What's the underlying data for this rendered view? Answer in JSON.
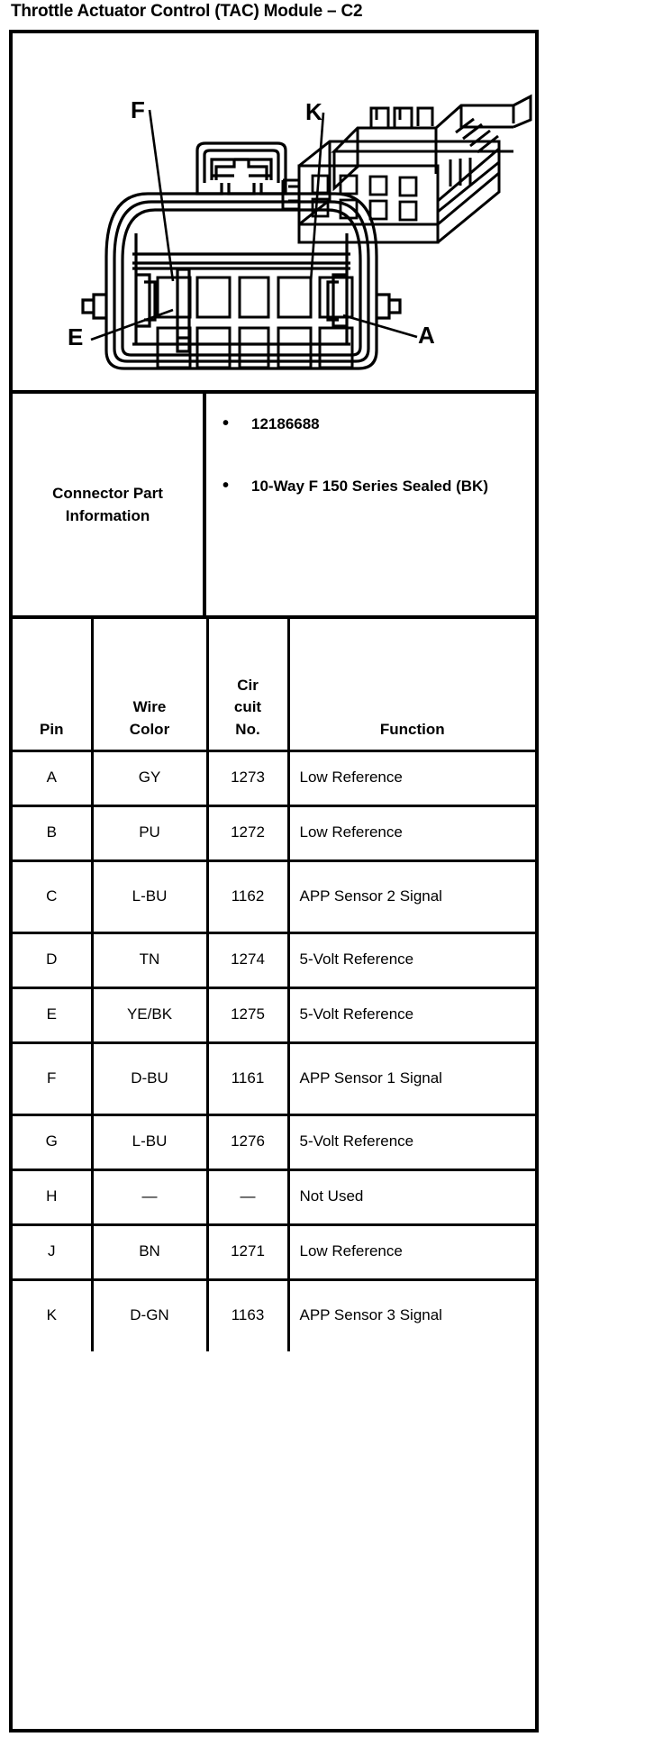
{
  "title": "Throttle Actuator Control (TAC) Module – C2",
  "illustration": {
    "name": "connector-face-and-isometric-view",
    "callouts": [
      {
        "letter": "F",
        "position": "upper-left"
      },
      {
        "letter": "K",
        "position": "upper-right"
      },
      {
        "letter": "E",
        "position": "lower-left"
      },
      {
        "letter": "A",
        "position": "lower-right"
      }
    ]
  },
  "connector_part_information": {
    "label": "Connector Part Information",
    "items": [
      "12186688",
      "10-Way F 150 Series Sealed (BK)"
    ],
    "bullet": "•"
  },
  "pin_table": {
    "headers": {
      "pin": "Pin",
      "wire_color": "Wire\nColor",
      "wire_color_line1": "Wire",
      "wire_color_line2": "Color",
      "circuit_no_line1": "Cir",
      "circuit_no_line2": "cuit",
      "circuit_no_line3": "No.",
      "function": "Function"
    },
    "rows": [
      {
        "pin": "A",
        "color": "GY",
        "circuit": "1273",
        "function": "Low Reference",
        "tall": false
      },
      {
        "pin": "B",
        "color": "PU",
        "circuit": "1272",
        "function": "Low Reference",
        "tall": false
      },
      {
        "pin": "C",
        "color": "L-BU",
        "circuit": "1162",
        "function": "APP Sensor 2 Signal",
        "tall": true
      },
      {
        "pin": "D",
        "color": "TN",
        "circuit": "1274",
        "function": "5-Volt Reference",
        "tall": false
      },
      {
        "pin": "E",
        "color": "YE/BK",
        "circuit": "1275",
        "function": "5-Volt Reference",
        "tall": false
      },
      {
        "pin": "F",
        "color": "D-BU",
        "circuit": "1161",
        "function": "APP Sensor 1 Signal",
        "tall": true
      },
      {
        "pin": "G",
        "color": "L-BU",
        "circuit": "1276",
        "function": "5-Volt Reference",
        "tall": false
      },
      {
        "pin": "H",
        "color": "—",
        "circuit": "—",
        "function": "Not Used",
        "tall": false
      },
      {
        "pin": "J",
        "color": "BN",
        "circuit": "1271",
        "function": "Low Reference",
        "tall": false
      },
      {
        "pin": "K",
        "color": "D-GN",
        "circuit": "1163",
        "function": "APP Sensor 3 Signal",
        "tall": true
      }
    ]
  },
  "colors": {
    "ink": "#000000",
    "paper": "#ffffff"
  }
}
